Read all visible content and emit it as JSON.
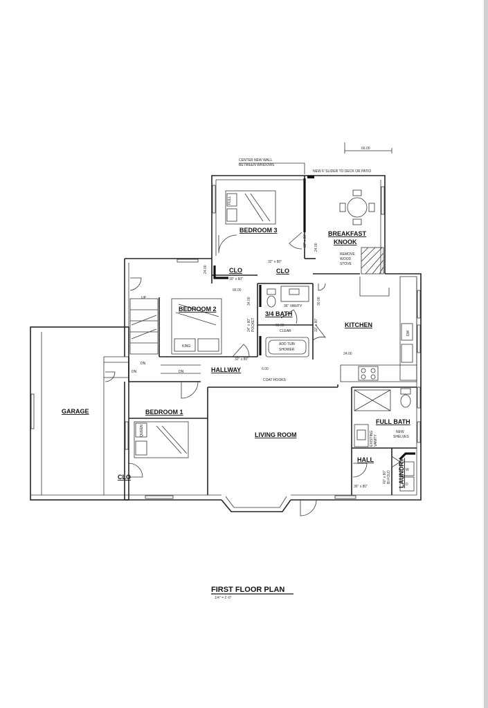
{
  "plan": {
    "title": "FIRST FLOOR PLAN",
    "scale": "1/4\" = 1'-0\"",
    "rooms": {
      "bedroom3": "BEDROOM 3",
      "breakfast": "BREAKFAST",
      "knook": "KNOOK",
      "clo_top_left": "CLO",
      "clo_top_right": "CLO",
      "bedroom2": "BEDROOM 2",
      "bath34": "3/4 BATH",
      "kitchen": "KITCHEN",
      "hallway": "HALLWAY",
      "garage": "GARAGE",
      "bedroom1": "BEDROOM 1",
      "living": "LIVING ROOM",
      "fullbath": "FULL BATH",
      "hall": "HALL",
      "laundry": "LAUNDRY",
      "clo_bottom": "CLO"
    },
    "notes": {
      "center_wall_1": "CENTER NEW WALL",
      "center_wall_2": "BETWEEN WINDOWS",
      "slider": "NEW 6' SLIDER TO DECK OR PATIO",
      "remove_1": "REMOVE",
      "remove_2": "WOOD",
      "remove_3": "STOVE",
      "vanity36": "36\" VANITY",
      "add_tub_1": "ADD TUB/",
      "add_tub_2": "SHOWER",
      "clear": "CLEAR",
      "coat_hooks": "COAT HOOKS",
      "existing_1": "EXISTING",
      "existing_2": "VANITY",
      "new_shelves_1": "NEW",
      "new_shelves_2": "SHELVES",
      "full_bed": "FULL",
      "king_bed": "KING",
      "queen_bed": "QUEEN",
      "up": "UP",
      "dn1": "DN",
      "dn2": "DN",
      "dn3": "DN",
      "dw": "DW",
      "w": "W",
      "d": "D"
    },
    "dims": {
      "d66_top": "66.00",
      "d24_knook": "24.00",
      "d32x80_top": "32\" x 80\"",
      "d32x80_b3": "32\" x 80\"",
      "d30x80": "30\" x 80\"",
      "d24_clo": "24.00",
      "d66_clo": "66.00",
      "d34_bath": "34.00",
      "d30_bath": "30.00",
      "d24x80_pocket_1": "24\" x 80\"",
      "d24x80_pocket_2": "POCKET",
      "d60": "60.00",
      "d32x80_bath": "32\" x 80\"",
      "d32x80_hall": "32\" x 80\"",
      "d6": "6.00",
      "d24_kitchen": "24.00",
      "d40x80_1": "40\" x 80\"",
      "d40x80_2": "BI-FOLD",
      "d36x80": "36\" x 80\""
    }
  }
}
